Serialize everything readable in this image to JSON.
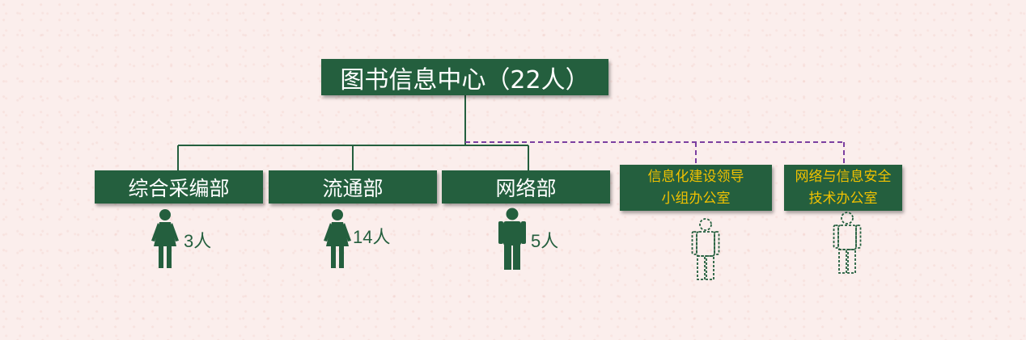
{
  "root": {
    "label": "图书信息中心（22人）"
  },
  "departments": [
    {
      "label": "综合采编部",
      "count": "3人",
      "icon": "female-person-icon"
    },
    {
      "label": "流通部",
      "count": "14人",
      "icon": "female-person-icon"
    },
    {
      "label": "网络部",
      "count": "5人",
      "icon": "male-person-icon"
    }
  ],
  "offices": [
    {
      "line1": "信息化建设领导",
      "line2": "小组办公室",
      "icon": "dashed-person-outline-icon"
    },
    {
      "line1": "网络与信息安全",
      "line2": "技术办公室",
      "icon": "dashed-person-outline-icon"
    }
  ],
  "colors": {
    "box": "#245f3e",
    "line_solid": "#245f3e",
    "line_dashed": "#7b3fa0",
    "office_text": "#f2c200",
    "background": "#fbeeec"
  }
}
